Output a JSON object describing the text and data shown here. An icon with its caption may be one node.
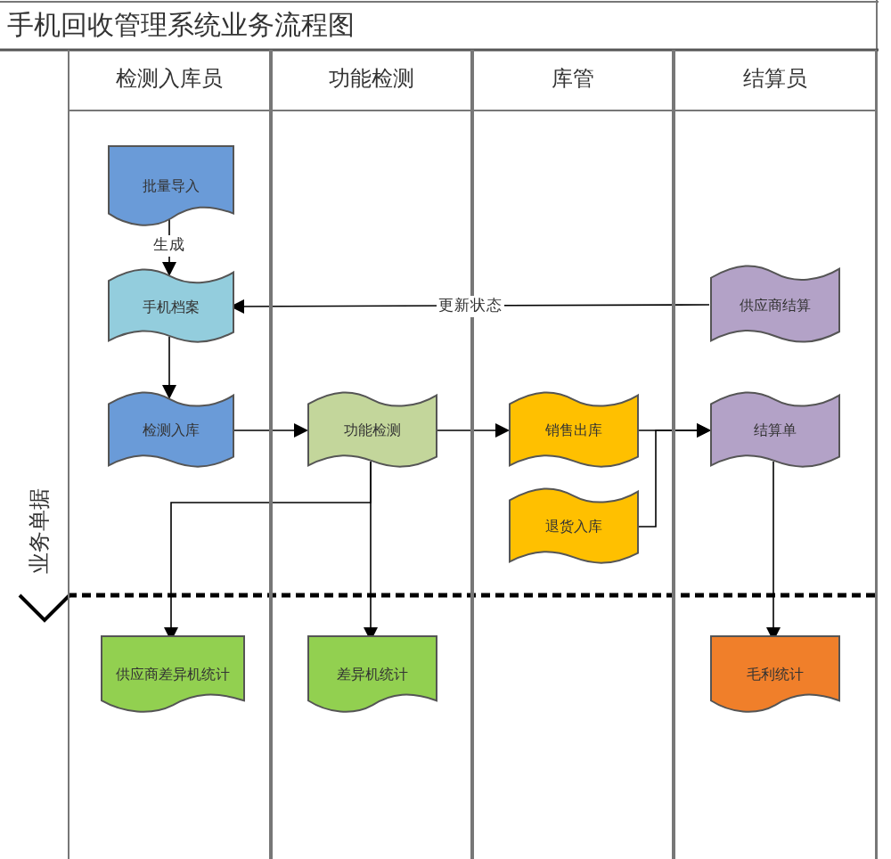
{
  "diagram": {
    "title": "手机回收管理系统业务流程图",
    "nodes": [
      {
        "text": [
          "检测入库员"
        ]
      },
      {
        "text": [
          "功能检测"
        ]
      },
      {
        "text": [
          "库管"
        ]
      },
      {
        "text": [
          "结算员"
        ]
      },
      {
        "text": [
          "批量导入"
        ],
        "in": 0
      },
      {
        "text": [
          "手机档案"
        ],
        "in": 0
      },
      {
        "text": [
          "检测入库"
        ],
        "in": 0
      },
      {
        "text": [
          "功能检测"
        ],
        "in": 1
      },
      {
        "text": [
          "销售出库"
        ],
        "in": 2
      },
      {
        "text": [
          "退货入库"
        ],
        "in": 2
      },
      {
        "text": [
          "供应商结算"
        ],
        "in": 3
      },
      {
        "text": [
          "结算单"
        ],
        "in": 3
      },
      {
        "text": [
          "供应商差异机统计"
        ],
        "in": 0
      },
      {
        "text": [
          "差异机统计"
        ],
        "in": 1
      },
      {
        "text": [
          "毛利统计"
        ],
        "in": 3
      }
    ],
    "edges": [
      {
        "from": 4,
        "to": 5,
        "arrow": "to",
        "label": "生成"
      },
      {
        "from": 10,
        "to": 5,
        "arrow": "to",
        "label": "更新状态"
      },
      {
        "from": 5,
        "to": 6,
        "arrow": "to"
      },
      {
        "from": 6,
        "to": 7,
        "arrow": "to"
      },
      {
        "from": 7,
        "to": 8,
        "arrow": "to"
      },
      {
        "from": 8,
        "to": 11,
        "arrow": "to"
      },
      {
        "from": 9,
        "to": 11,
        "arrow": "to"
      },
      {
        "from": 7,
        "to": 12,
        "arrow": "to"
      },
      {
        "from": 7,
        "to": 13,
        "arrow": "to"
      },
      {
        "from": 11,
        "to": 14,
        "arrow": "to"
      }
    ],
    "labels": [
      "业务单据"
    ]
  }
}
